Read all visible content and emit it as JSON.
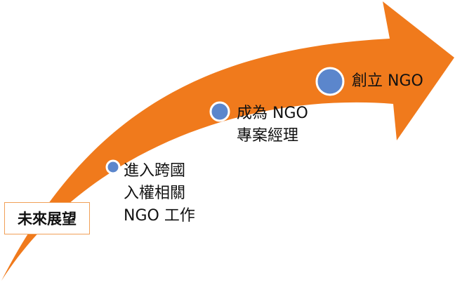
{
  "colors": {
    "arrow_fill": "#f07a1c",
    "node_fill": "#5b86cc",
    "node_stroke": "#ffffff",
    "label_box_border": "#f0a058"
  },
  "title_box": {
    "label": "未來展望"
  },
  "steps": [
    {
      "lines": [
        "進入跨國",
        "入權相關",
        "NGO 工作"
      ]
    },
    {
      "lines": [
        "成為 NGO",
        "專案經理"
      ]
    },
    {
      "lines": [
        "創立 NGO"
      ]
    }
  ]
}
